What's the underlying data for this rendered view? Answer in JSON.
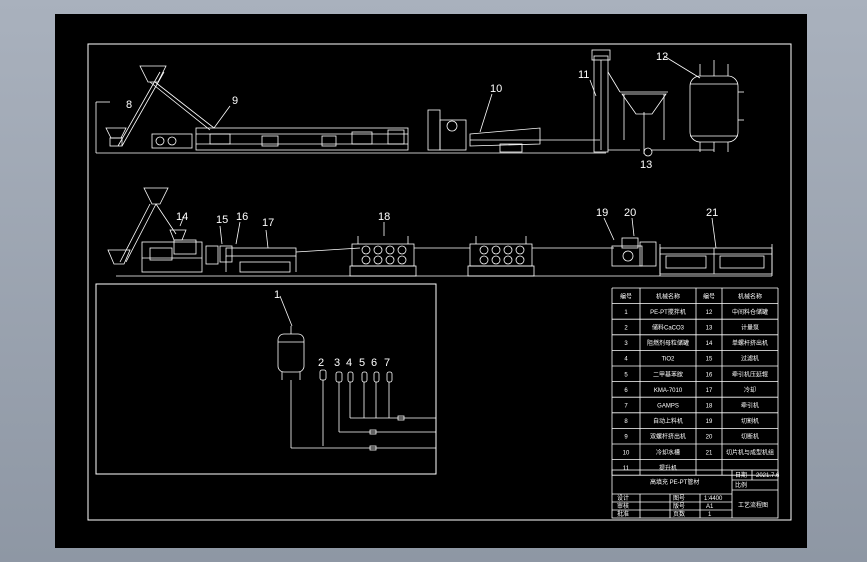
{
  "callouts_top": [
    "8",
    "9",
    "10",
    "11",
    "12",
    "13"
  ],
  "callouts_mid": [
    "14",
    "15",
    "16",
    "17",
    "18",
    "19",
    "20",
    "21"
  ],
  "callouts_bottom": [
    "1",
    "2",
    "3",
    "4",
    "5",
    "6",
    "7"
  ],
  "table": {
    "headers": [
      "编号",
      "机械名称",
      "编号",
      "机械名称"
    ],
    "rows": [
      [
        "1",
        "PE-PT搅拌机",
        "12",
        "中间料仓储罐"
      ],
      [
        "2",
        "储料CaCO3",
        "13",
        "计量泵"
      ],
      [
        "3",
        "阻燃剂母粒储罐",
        "14",
        "单螺杆挤出机"
      ],
      [
        "4",
        "TiO2",
        "15",
        "过滤机"
      ],
      [
        "5",
        "二甲基苯胺",
        "16",
        "牵引机压延辊"
      ],
      [
        "6",
        "KMA-7010",
        "17",
        "冷却"
      ],
      [
        "7",
        "GAMPS",
        "18",
        "牵引机"
      ],
      [
        "8",
        "自动上料机",
        "19",
        "切割机"
      ],
      [
        "9",
        "双螺杆挤出机",
        "20",
        "切断机"
      ],
      [
        "10",
        "冷却水槽",
        "21",
        "切片机与成型机组"
      ],
      [
        "11",
        "提升机",
        "",
        ""
      ]
    ]
  },
  "title_block": {
    "title": "高填充 PE-PT管材",
    "date_label": "日期",
    "date_value": "2021.7.6",
    "scale_label": "比例",
    "designer_label": "设计",
    "checker_label": "审核",
    "approver_label": "批准",
    "r1_label": "图号",
    "r1_value": "1:4400",
    "r2_label": "版号",
    "r2_value": "A1",
    "r3_label": "页数",
    "r3_value": "1",
    "drawing_name": "工艺流程图"
  }
}
